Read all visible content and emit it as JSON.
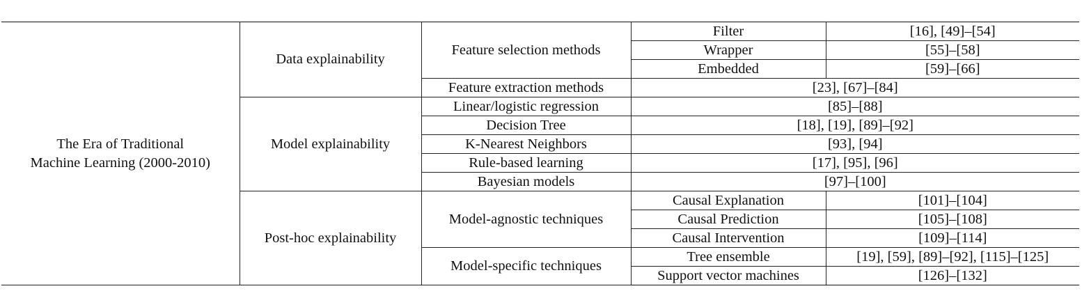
{
  "caption_cropped": "",
  "table": {
    "era": [
      "The Era of Traditional",
      "Machine Learning (2000-2010)"
    ],
    "data_explainability": {
      "label": "Data explainability",
      "feature_selection": {
        "label": "Feature selection methods",
        "rows": [
          {
            "method": "Filter",
            "refs": "[16], [49]–[54]"
          },
          {
            "method": "Wrapper",
            "refs": "[55]–[58]"
          },
          {
            "method": "Embedded",
            "refs": "[59]–[66]"
          }
        ]
      },
      "feature_extraction": {
        "label": "Feature extraction methods",
        "refs": "[23], [67]–[84]"
      }
    },
    "model_explainability": {
      "label": "Model explainability",
      "rows": [
        {
          "method": "Linear/logistic regression",
          "refs": "[85]–[88]"
        },
        {
          "method": "Decision Tree",
          "refs": "[18], [19], [89]–[92]"
        },
        {
          "method": "K-Nearest Neighbors",
          "refs": "[93], [94]"
        },
        {
          "method": "Rule-based learning",
          "refs": "[17], [95], [96]"
        },
        {
          "method": "Bayesian models",
          "refs": "[97]–[100]"
        }
      ]
    },
    "posthoc_explainability": {
      "label": "Post-hoc explainability",
      "model_agnostic": {
        "label": "Model-agnostic techniques",
        "rows": [
          {
            "method": "Causal Explanation",
            "refs": "[101]–[104]"
          },
          {
            "method": "Causal Prediction",
            "refs": "[105]–[108]"
          },
          {
            "method": "Causal Intervention",
            "refs": "[109]–[114]"
          }
        ]
      },
      "model_specific": {
        "label": "Model-specific techniques",
        "rows": [
          {
            "method": "Tree ensemble",
            "refs": "[19], [59], [89]–[92], [115]–[125]"
          },
          {
            "method": "Support vector machines",
            "refs": "[126]–[132]"
          }
        ]
      }
    }
  }
}
